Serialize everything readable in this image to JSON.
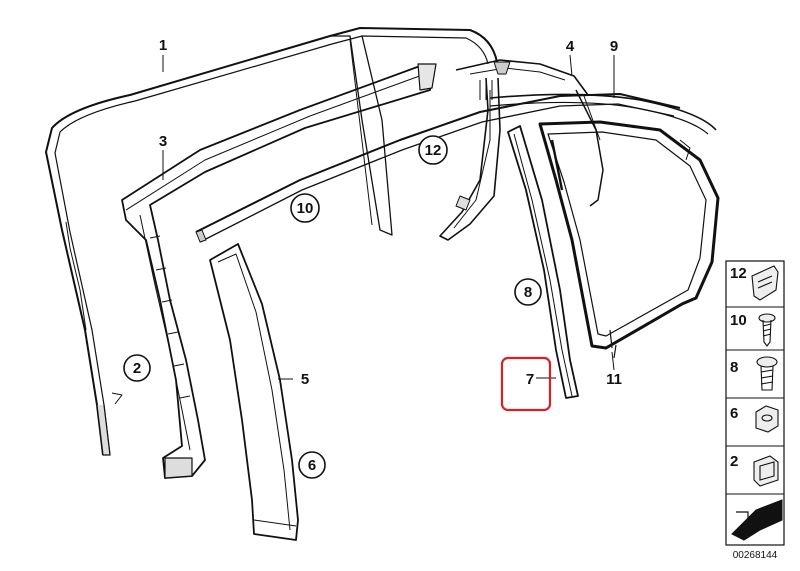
{
  "diagram": {
    "part_labels": [
      "1",
      "2",
      "3",
      "4",
      "5",
      "6",
      "7",
      "8",
      "9",
      "10",
      "11",
      "12"
    ],
    "legend_items": [
      "12",
      "10",
      "8",
      "6",
      "2"
    ],
    "catalog_code": "00268144",
    "highlight_color": "#d8202a"
  }
}
